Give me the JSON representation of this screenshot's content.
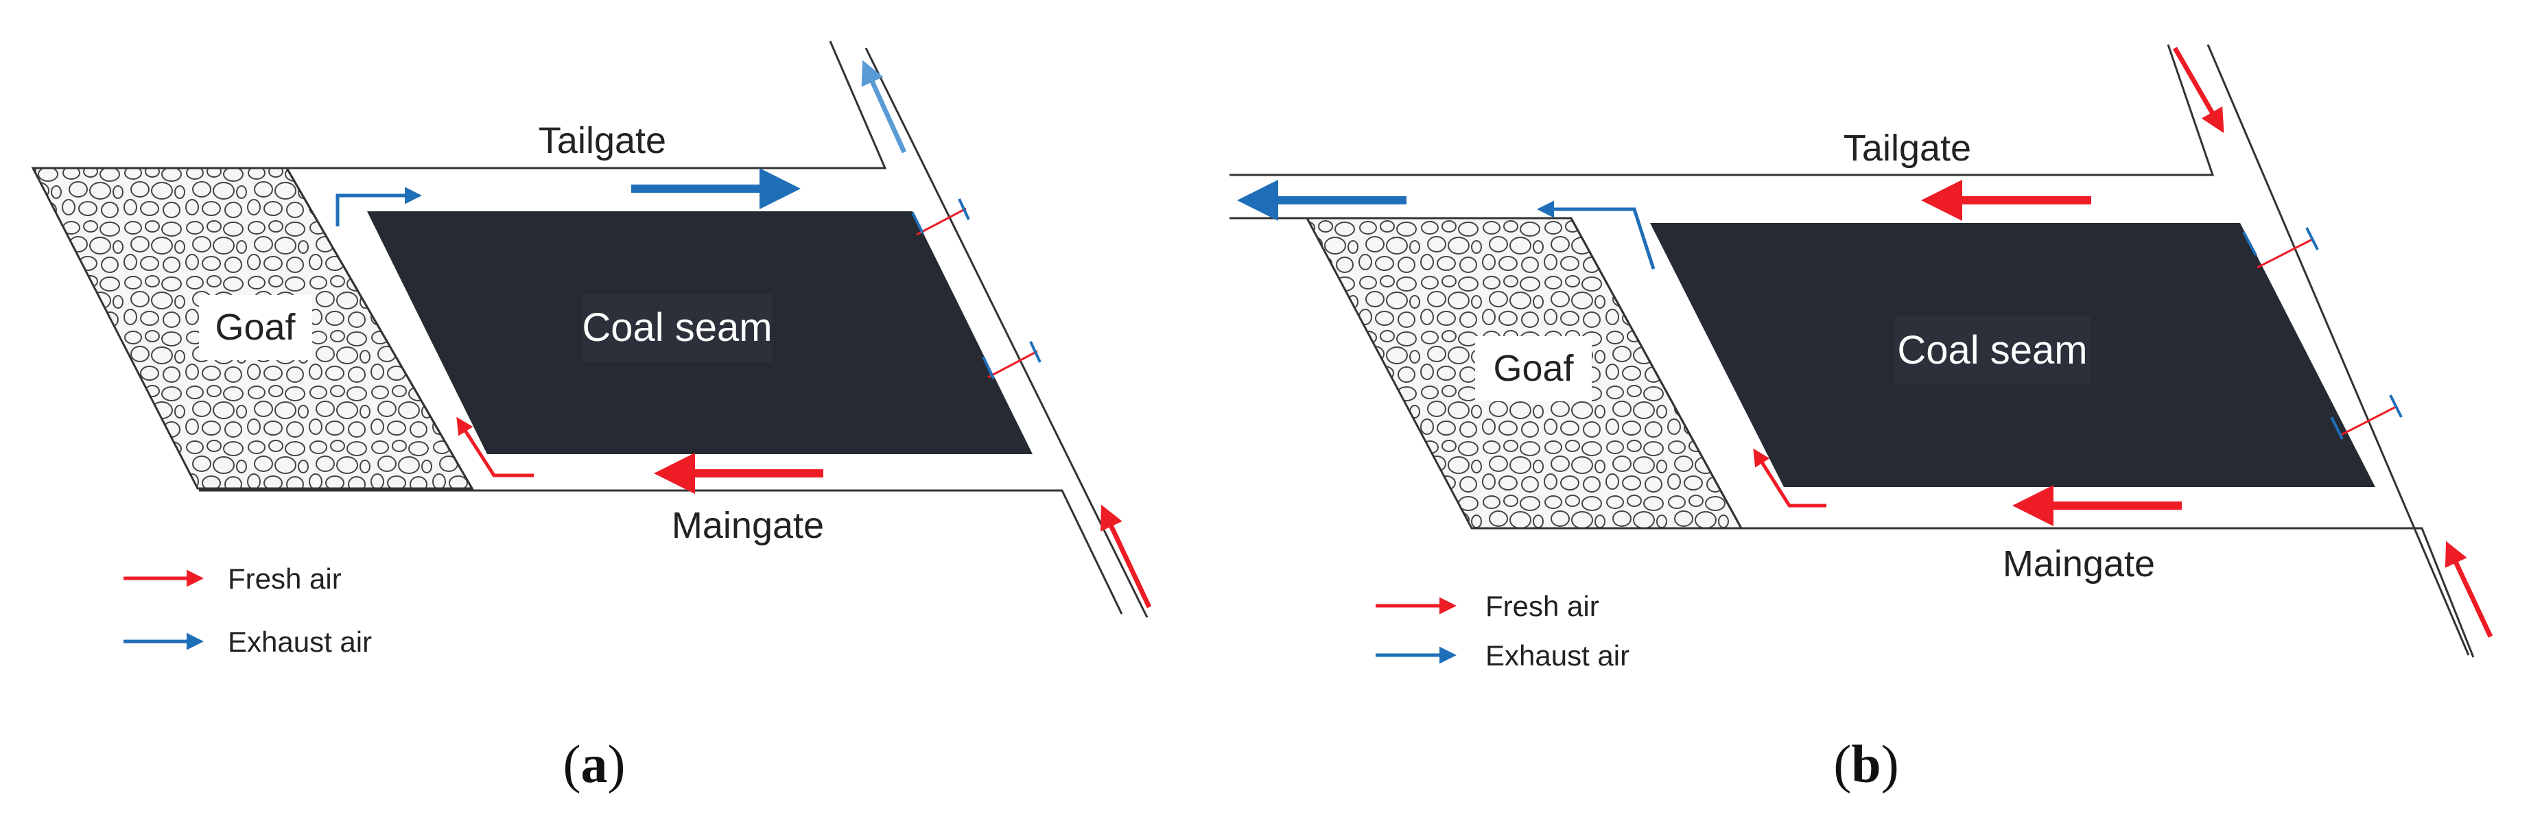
{
  "colors": {
    "fresh_air": "#ee1c25",
    "exhaust_air": "#1f6fb8",
    "coal_seam": "#252a33",
    "goaf_fill": "#f4f4f4"
  },
  "panels": [
    {
      "id": "a",
      "tailgate": "Tailgate",
      "maingate": "Maingate",
      "goaf": "Goaf",
      "coal_seam": "Coal seam",
      "legend": {
        "fresh": "Fresh air",
        "exhaust": "Exhaust air"
      },
      "caption_open": "(",
      "caption_letter": "a",
      "caption_close": ")"
    },
    {
      "id": "b",
      "tailgate": "Tailgate",
      "maingate": "Maingate",
      "goaf": "Goaf",
      "coal_seam": "Coal seam",
      "legend": {
        "fresh": "Fresh air",
        "exhaust": "Exhaust air"
      },
      "caption_open": "(",
      "caption_letter": "b",
      "caption_close": ")"
    }
  ]
}
